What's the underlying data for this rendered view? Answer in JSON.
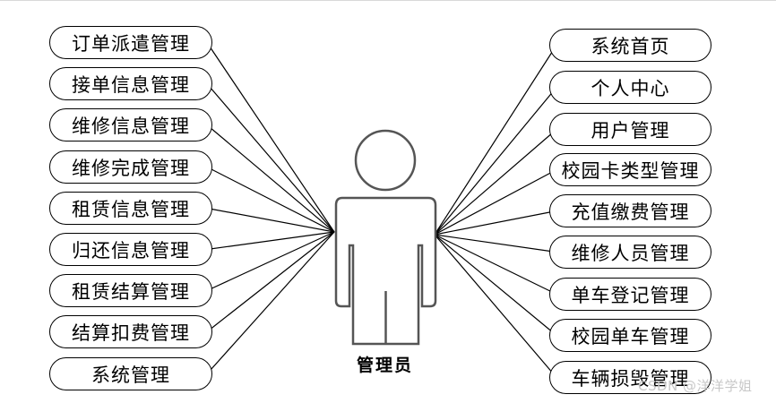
{
  "actor": {
    "label": "管理员"
  },
  "left_items": [
    "订单派遣管理",
    "接单信息管理",
    "维修信息管理",
    "维修完成管理",
    "租赁信息管理",
    "归还信息管理",
    "租赁结算管理",
    "结算扣费管理",
    "系统管理"
  ],
  "right_items": [
    "系统首页",
    "个人中心",
    "用户管理",
    "校园卡类型管理",
    "充值缴费管理",
    "维修人员管理",
    "单车登记管理",
    "校园单车管理",
    "车辆损毁管理"
  ],
  "watermark": "CSDN @洋洋学姐"
}
